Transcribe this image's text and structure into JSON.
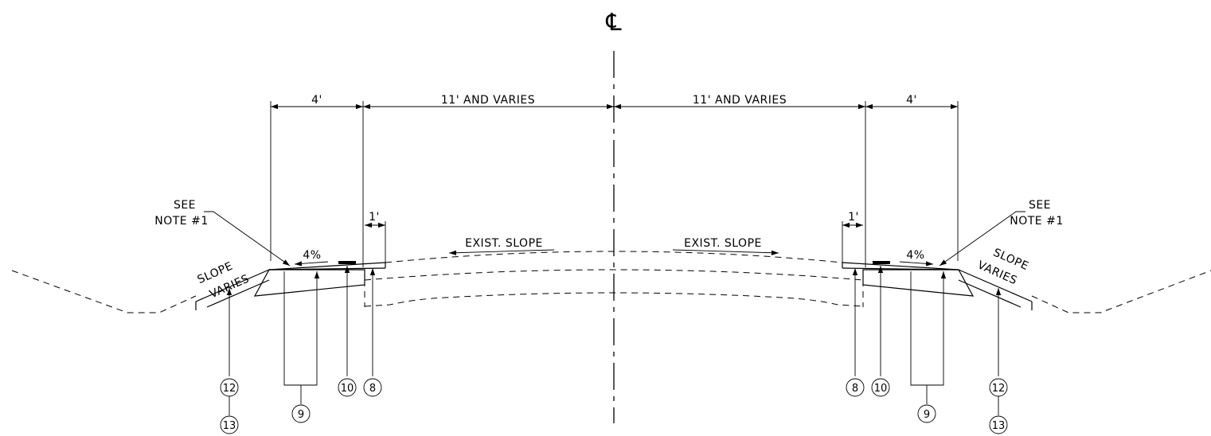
{
  "centerline_symbol": "℄",
  "dimensions": {
    "left_shoulder": "4'",
    "left_lane": "11' AND VARIES",
    "right_lane": "11' AND VARIES",
    "right_shoulder": "4'",
    "left_offset": "1'",
    "right_offset": "1'"
  },
  "notes": {
    "left_see": "SEE",
    "left_note": "NOTE #1",
    "right_see": "SEE",
    "right_note": "NOTE #1"
  },
  "slopes": {
    "left_pct": "4%",
    "right_pct": "4%",
    "left_exist": "EXIST. SLOPE",
    "right_exist": "EXIST. SLOPE",
    "left_slope_word": "SLOPE",
    "left_varies_word": "VARIES",
    "right_slope_word": "SLOPE",
    "right_varies_word": "VARIES"
  },
  "callouts": {
    "left_12": "12",
    "left_13": "13",
    "left_9": "9",
    "left_10": "10",
    "left_8": "8",
    "right_8": "8",
    "right_10": "10",
    "right_9": "9",
    "right_12": "12",
    "right_13": "13"
  }
}
